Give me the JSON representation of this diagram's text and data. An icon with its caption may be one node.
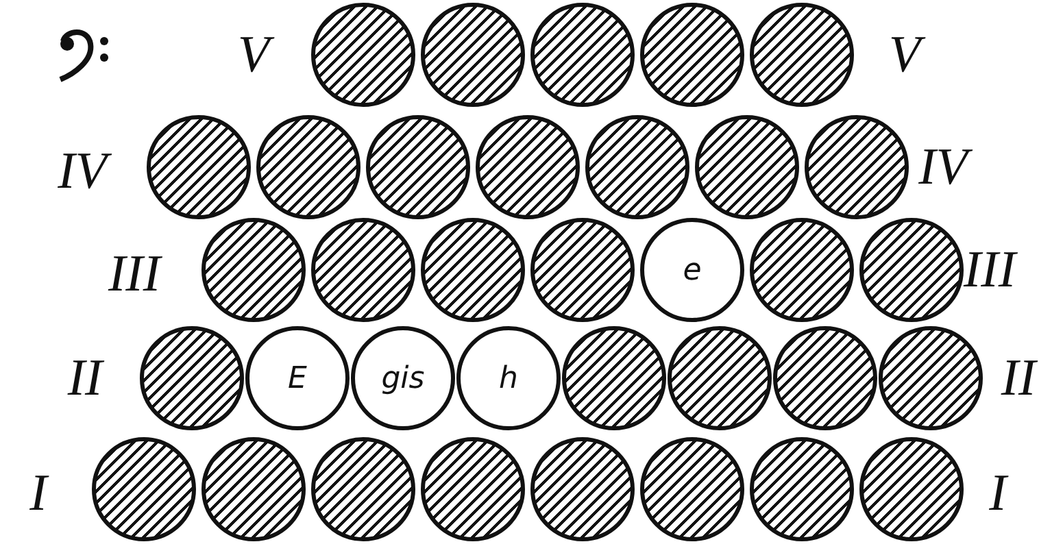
{
  "diagram": {
    "nodes": [
      {
        "text": [],
        "shape": "circle"
      },
      {
        "text": [],
        "shape": "circle"
      },
      {
        "text": [],
        "shape": "circle"
      },
      {
        "text": [],
        "shape": "circle"
      },
      {
        "text": [],
        "shape": "circle"
      },
      {
        "text": [],
        "shape": "circle"
      },
      {
        "text": [],
        "shape": "circle"
      },
      {
        "text": [],
        "shape": "circle"
      },
      {
        "text": [],
        "shape": "circle"
      },
      {
        "text": [],
        "shape": "circle"
      },
      {
        "text": [],
        "shape": "circle"
      },
      {
        "text": [],
        "shape": "circle"
      },
      {
        "text": [],
        "shape": "circle"
      },
      {
        "text": [],
        "shape": "circle"
      },
      {
        "text": [],
        "shape": "circle"
      },
      {
        "text": [],
        "shape": "circle"
      },
      {
        "text": [
          "e"
        ]
      },
      {
        "text": [],
        "shape": "circle"
      },
      {
        "text": [],
        "shape": "circle"
      },
      {
        "text": [],
        "shape": "circle"
      },
      {
        "text": [
          "E"
        ]
      },
      {
        "text": [
          "gis"
        ]
      },
      {
        "text": [
          "h"
        ]
      },
      {
        "text": [],
        "shape": "circle"
      },
      {
        "text": [],
        "shape": "circle"
      },
      {
        "text": [],
        "shape": "circle"
      },
      {
        "text": [],
        "shape": "circle"
      },
      {
        "text": [],
        "shape": "circle"
      },
      {
        "text": [],
        "shape": "circle"
      },
      {
        "text": [],
        "shape": "circle"
      },
      {
        "text": [],
        "shape": "circle"
      },
      {
        "text": [],
        "shape": "circle"
      },
      {
        "text": [],
        "shape": "circle"
      },
      {
        "text": [],
        "shape": "circle"
      },
      {
        "text": [],
        "shape": "circle"
      }
    ],
    "labels": [
      "V",
      "V",
      "IV",
      "IV",
      "III",
      "III",
      "II",
      "II",
      "I",
      "I"
    ]
  }
}
